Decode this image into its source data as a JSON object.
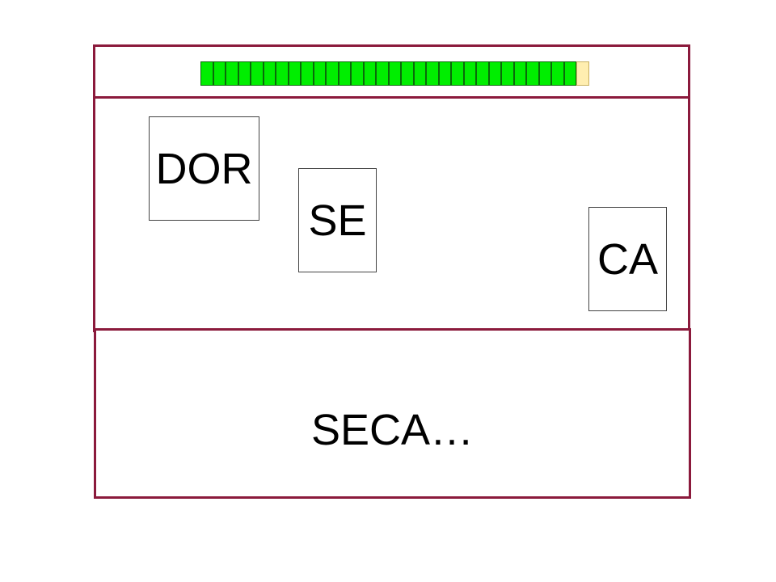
{
  "progress": {
    "filled_segments": 30,
    "total_segments": 31,
    "colors": {
      "filled": "#00ee00",
      "empty": "#ffeeb0",
      "frame": "#8b1a3c"
    }
  },
  "syllables": [
    {
      "text": "DOR"
    },
    {
      "text": "SE"
    },
    {
      "text": "CA"
    }
  ],
  "answer": {
    "text": "SECA…"
  }
}
